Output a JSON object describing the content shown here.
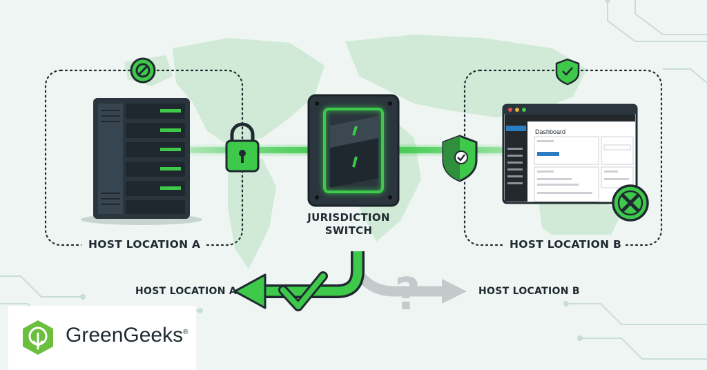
{
  "left_panel": {
    "label": "HOST LOCATION A"
  },
  "right_panel": {
    "label": "HOST LOCATION B"
  },
  "switch": {
    "label": "JURISDICTION SWITCH"
  },
  "routes": {
    "option_a_label": "HOST LOCATION A",
    "option_b_label": "HOST LOCATION B",
    "unknown_symbol": "?"
  },
  "dashboard_window": {
    "title": "Dashboard"
  },
  "brand": {
    "name": "GreenGeeks",
    "registered_mark": "®"
  },
  "colors": {
    "accent_green": "#3ec94a",
    "dark": "#25313a",
    "grey_arrow": "#c4c9cb",
    "background": "#eef5f3"
  },
  "icons": {
    "blocked": "prohibited-icon",
    "allowed": "shield-check-icon",
    "lock": "padlock-icon",
    "rejected": "x-circle-icon"
  }
}
